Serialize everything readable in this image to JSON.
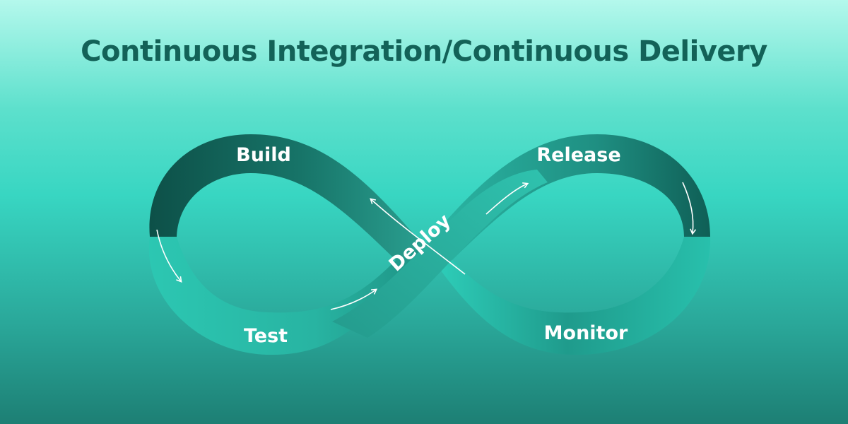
{
  "title": "Continuous Integration/Continuous Delivery",
  "stages": [
    {
      "id": "build",
      "label": "Build"
    },
    {
      "id": "test",
      "label": "Test"
    },
    {
      "id": "deploy",
      "label": "Deploy"
    },
    {
      "id": "release",
      "label": "Release"
    },
    {
      "id": "monitor",
      "label": "Monitor"
    }
  ],
  "colors": {
    "title": "#136258",
    "loop_dark": "#0f5b52",
    "loop_mid": "#1e8c7f",
    "loop_light": "#2bc8b3",
    "label": "#ffffff"
  }
}
